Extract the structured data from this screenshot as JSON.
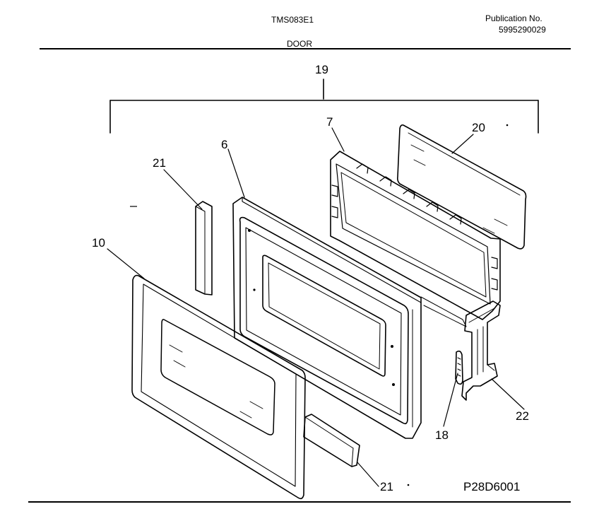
{
  "header": {
    "model": "TMS083E1",
    "publication_label": "Publication No.",
    "publication_number": "5995290029",
    "section": "DOOR"
  },
  "footer": {
    "figure_code": "P28D6001"
  },
  "callouts": {
    "assembly": "19",
    "door_choke": "7",
    "glass_panel": "20",
    "door_frame": "6",
    "strip_left": "21",
    "door_front": "10",
    "strip_bottom": "21",
    "spring": "18",
    "hinge": "22"
  }
}
